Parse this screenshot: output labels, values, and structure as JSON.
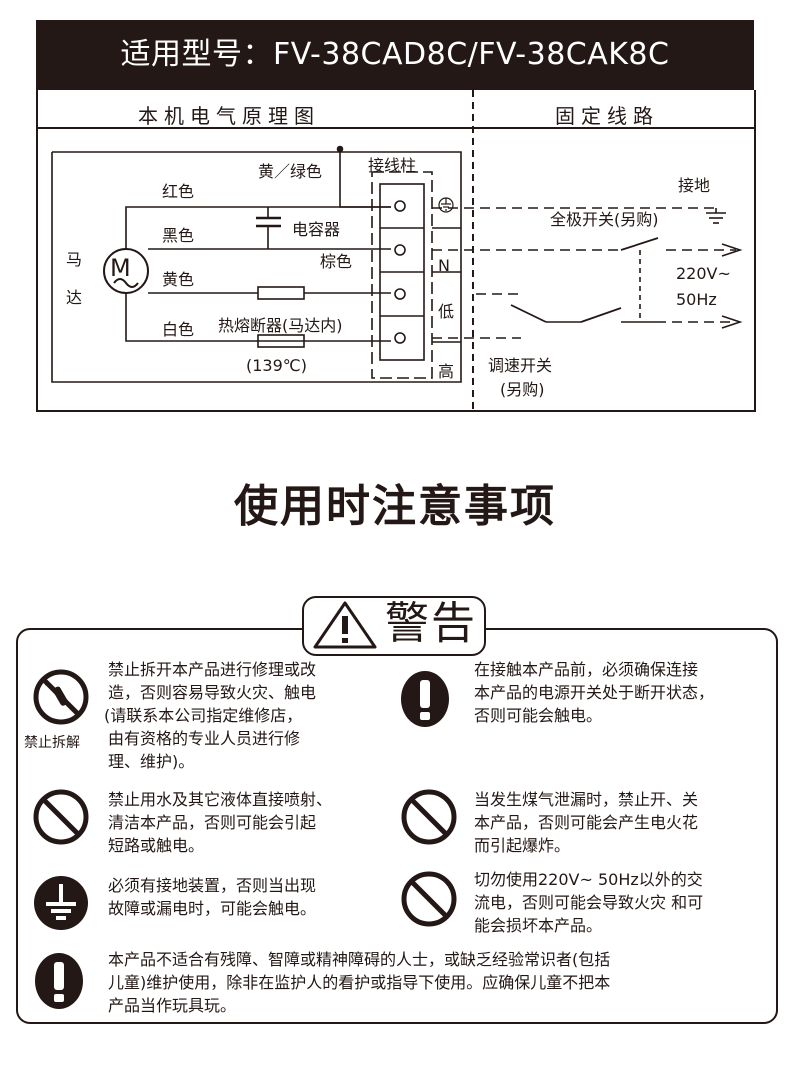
{
  "header": {
    "title": "适用型号：FV-38CAD8C/FV-38CAK8C"
  },
  "schematic": {
    "left_section_title": "本机电气原理图",
    "right_section_title": "固定线路",
    "wire_yellow_green": "黄／绿色",
    "terminal_block": "接线柱",
    "wire_red": "红色",
    "wire_black": "黑色",
    "capacitor": "电容器",
    "wire_brown": "棕色",
    "motor_letter": "M",
    "motor_label_1": "马",
    "motor_label_2": "达",
    "wire_yellow": "黄色",
    "wire_white": "白色",
    "thermal_fuse": "热熔断器(马达内)",
    "fuse_temp": "(139℃)",
    "terminal_n": "N",
    "terminal_low": "低",
    "terminal_high": "高",
    "ground": "接地",
    "all_pole_switch": "全极开关(另购)",
    "supply_voltage": "220V~",
    "supply_freq": "50Hz",
    "speed_switch": "调速开关",
    "speed_switch_note": "(另购)"
  },
  "main_title": "使用时注意事项",
  "warning": {
    "badge": "警告",
    "no_disassembly_label": "禁止拆解",
    "items": [
      {
        "lines": [
          "禁止拆开本产品进行修理或改",
          "造，否则容易导致火灾、触电",
          "(请联系本公司指定维修店，",
          "由有资格的专业人员进行修",
          "理、维护)。"
        ]
      },
      {
        "lines": [
          "在接触本产品前，必须确保连接",
          "本产品的电源开关处于断开状态，",
          "否则可能会触电。"
        ]
      },
      {
        "lines": [
          "禁止用水及其它液体直接喷射、",
          "清洁本产品，否则可能会引起",
          "短路或触电。"
        ]
      },
      {
        "lines": [
          "当发生煤气泄漏时，禁止开、关",
          "本产品，否则可能会产生电火花",
          "而引起爆炸。"
        ]
      },
      {
        "lines": [
          "必须有接地装置，否则当出现",
          "故障或漏电时，可能会触电。"
        ]
      },
      {
        "lines": [
          "切勿使用220V~ 50Hz以外的交",
          "流电，否则可能会导致火灾 和可",
          "能会损坏本产品。"
        ]
      },
      {
        "lines": [
          "本产品不适合有残障、智障或精神障碍的人士，或缺乏经验常识者(包括",
          "儿童)维护使用，除非在监护人的看护或指导下使用。应确保儿童不把本",
          "产品当作玩具玩。"
        ]
      }
    ]
  }
}
